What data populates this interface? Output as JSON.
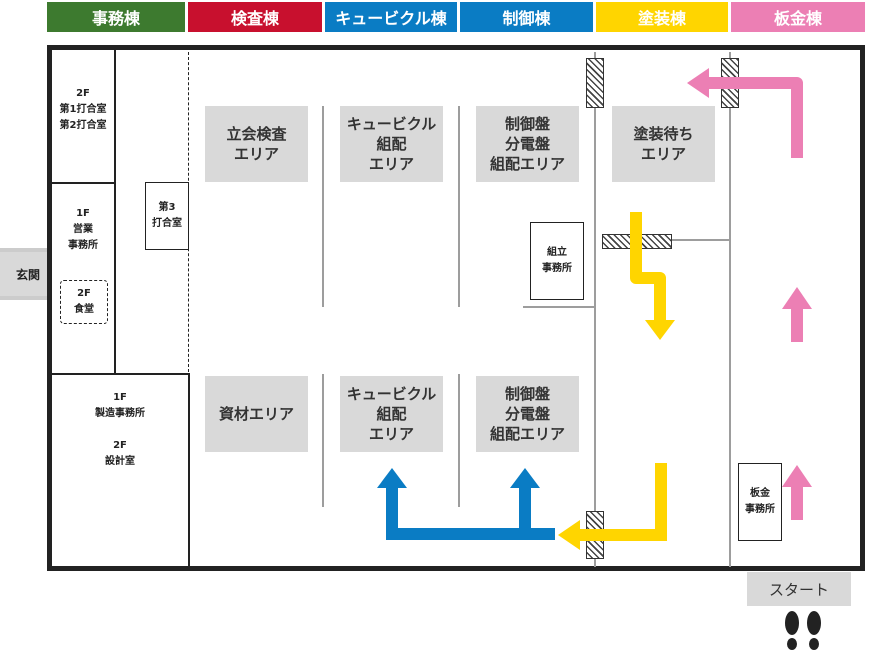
{
  "legend": {
    "items": [
      {
        "label": "事務棟",
        "color": "#3d7a2f"
      },
      {
        "label": "検査棟",
        "color": "#c8102e"
      },
      {
        "label": "キュービクル棟",
        "color": "#0a7cc4"
      },
      {
        "label": "制御棟",
        "color": "#0a7cc4"
      },
      {
        "label": "塗装棟",
        "color": "#ffd500"
      },
      {
        "label": "板金棟",
        "color": "#ec7fb4"
      }
    ]
  },
  "rooms": {
    "meeting_2f": "2F\n第1打合室\n第2打合室",
    "sales_1f": "1F\n営業\n事務所",
    "cafeteria_2f": "2F\n食堂",
    "meeting_3": "第3\n打合室",
    "manufacturing": "1F\n製造事務所\n\n2F\n設計室",
    "assembly_office": "組立\n事務所",
    "sheet_metal_office": "板金\n事務所"
  },
  "areas": {
    "inspection": "立会検査\nエリア",
    "cubicle_top": "キュービクル\n組配\nエリア",
    "control_top": "制御盤\n分電盤\n組配エリア",
    "paint_wait": "塗装待ち\nエリア",
    "materials": "資材エリア",
    "cubicle_bottom": "キュービクル\n組配\nエリア",
    "control_bottom": "制御盤\n分電盤\n組配エリア"
  },
  "entrance": "玄関",
  "start": "スタート",
  "colors": {
    "blue_route": "#0a7cc4",
    "yellow_route": "#ffd500",
    "pink_route": "#ec7fb4",
    "area_fill": "#d9d9d9",
    "wall": "#222222"
  }
}
